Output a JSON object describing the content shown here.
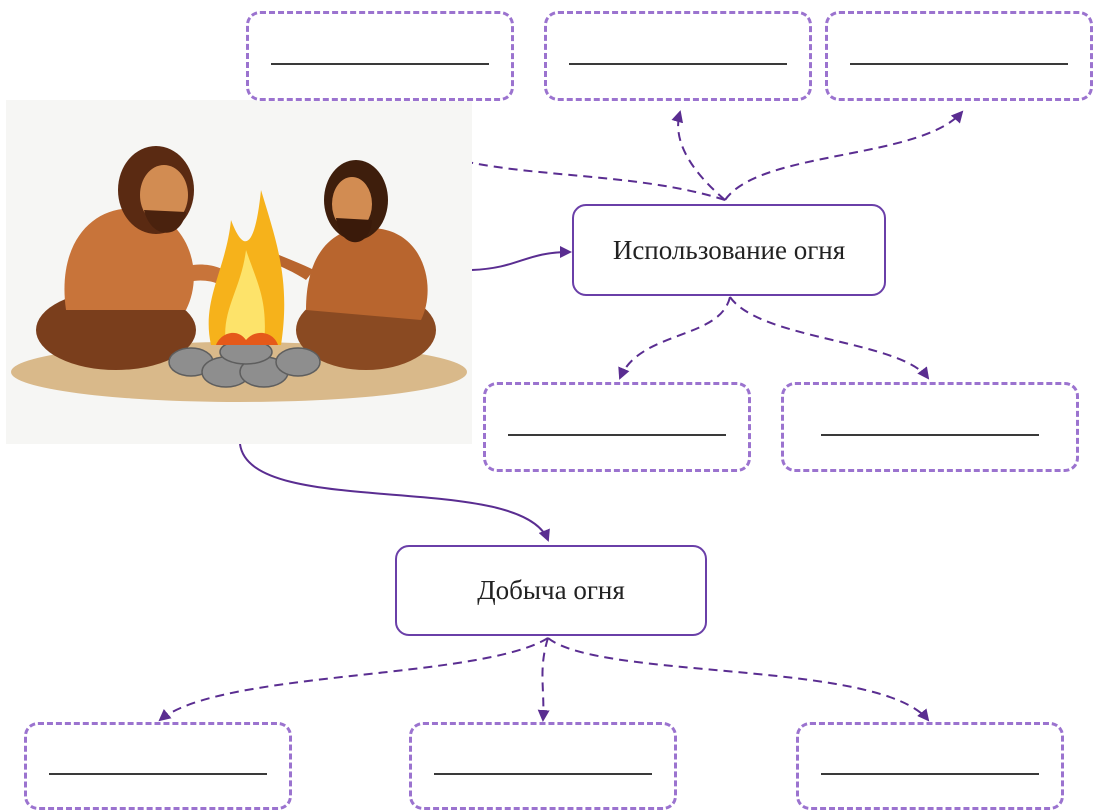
{
  "diagram": {
    "center_nodes": {
      "use_of_fire": "Использование огня",
      "making_fire": "Добыча огня"
    },
    "blank_boxes": {
      "use_top": [
        "",
        "",
        ""
      ],
      "use_bottom": [
        "",
        ""
      ],
      "making_bottom": [
        "",
        "",
        ""
      ]
    },
    "colors": {
      "arrow": "#5a2d91",
      "solid_border": "#6a3fa8",
      "dashed_border": "#9b73cf"
    },
    "illustration": {
      "icon": "cavemen-campfire-illustration"
    }
  }
}
